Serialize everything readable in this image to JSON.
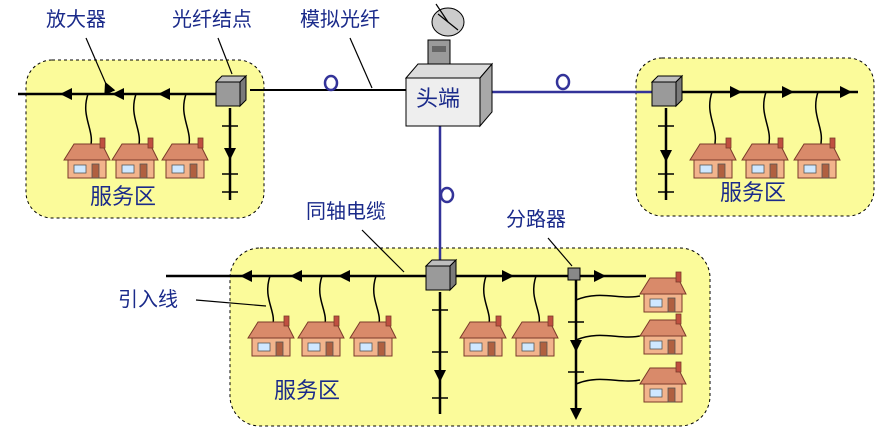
{
  "labels": {
    "amplifier": "放大器",
    "fiber_node": "光纤结点",
    "analog_fiber": "模拟光纤",
    "headend": "头端",
    "coax_cable": "同轴电缆",
    "splitter": "分路器",
    "drop_line": "引入线"
  },
  "zones": {
    "left": "服务区",
    "right": "服务区",
    "bottom": "服务区"
  },
  "colors": {
    "zone_fill": "#fbfb9a",
    "fiber_line": "#333399",
    "cable_line": "#000000",
    "label_text": "#1a2a8a",
    "house_roof": "#d98a6a",
    "house_wall": "#f2b48c"
  },
  "icons": {
    "headend_antenna": "satellite-dish-icon",
    "node": "fiber-node-box-icon",
    "house": "house-icon"
  }
}
